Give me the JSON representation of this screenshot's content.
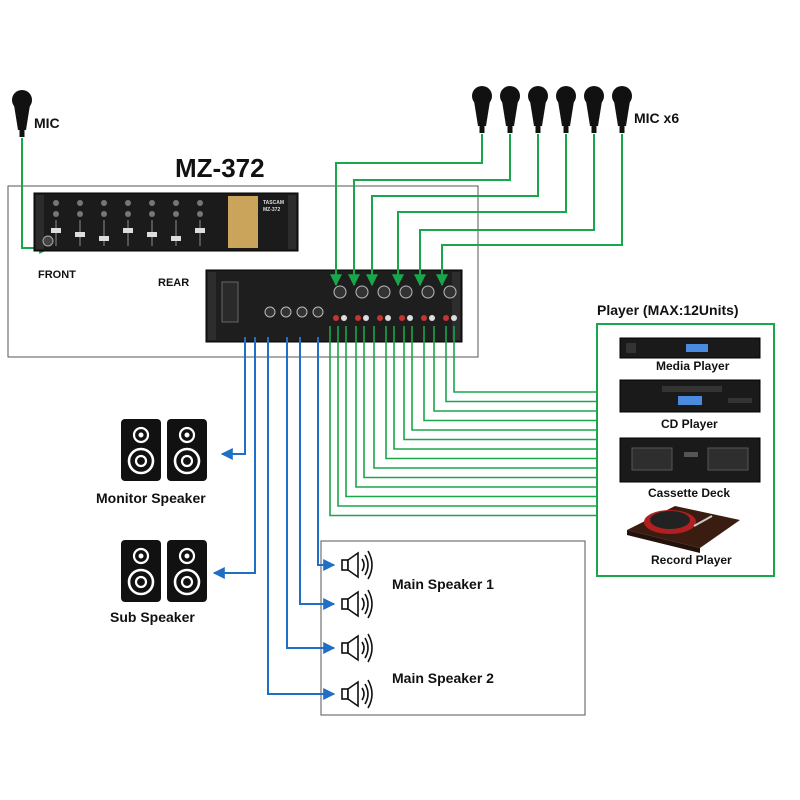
{
  "diagram": {
    "title": "MZ-372",
    "mic_single_label": "MIC",
    "mic_group_label": "MIC x6",
    "front_label": "FRONT",
    "rear_label": "REAR",
    "player_group_label": "Player (MAX:12Units)",
    "players": [
      "Media Player",
      "CD Player",
      "Cassette Deck",
      "Record Player"
    ],
    "monitor_label": "Monitor Speaker",
    "sub_label": "Sub Speaker",
    "main1_label": "Main Speaker 1",
    "main2_label": "Main Speaker 2",
    "brand": "TASCAM",
    "model_small": "MZ-372",
    "colors": {
      "mic_lines": "#1aa64a",
      "speaker_lines": "#1f6fc7",
      "box_border": "#555555",
      "player_border": "#1aa64a"
    }
  }
}
